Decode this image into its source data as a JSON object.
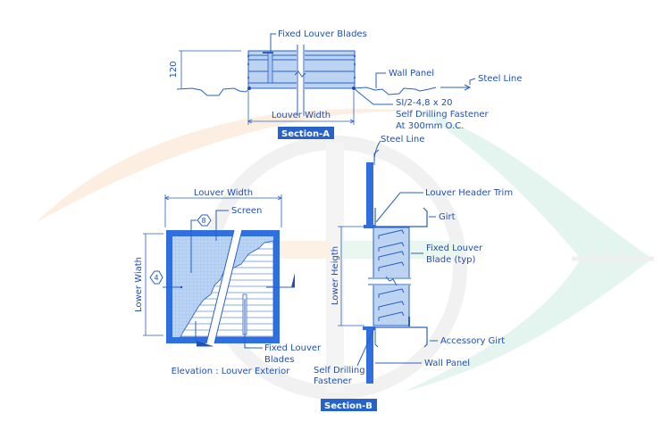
{
  "colors": {
    "line": "#2a5fc4",
    "text": "#1f4fb3",
    "frame": "#2f6fe0",
    "fill_light": "#b9d3f3",
    "badge": "#2563c9",
    "watermark_orange": "#fdeee2",
    "watermark_green": "#e4f4ee",
    "watermark_gray": "#f1f1f1"
  },
  "section_a": {
    "badge": "Section-A",
    "labels": {
      "fixed_blades": "Fixed Louver Blades",
      "wall_panel": "Wall Panel",
      "steel_line": "Steel Line",
      "fastener_1": "SI/2-4,8 x 20",
      "fastener_2": "Self Drilling Fastener",
      "fastener_3": "At 300mm O.C.",
      "width": "Louver Width",
      "height_dim": "120"
    }
  },
  "elevation": {
    "caption": "Elevation : Louver Exterior",
    "labels": {
      "width": "Louver Width",
      "height": "Lower Wiath",
      "screen": "Screen",
      "blades_1": "Fixed Louver",
      "blades_2": "Blades",
      "tag_8": "8",
      "tag_4": "4"
    }
  },
  "section_b": {
    "badge": "Section-B",
    "labels": {
      "steel_line": "Steel Line",
      "header_trim": "Louver Header Trim",
      "girt": "Girt",
      "blade_1": "Fixed Louver",
      "blade_2": "Blade (typ)",
      "height": "Lower Heigth",
      "accessory_girt": "Accessory Girt",
      "wall_panel": "Wall Panel",
      "fastener_1": "Self Drilling",
      "fastener_2": "Fastener"
    }
  }
}
